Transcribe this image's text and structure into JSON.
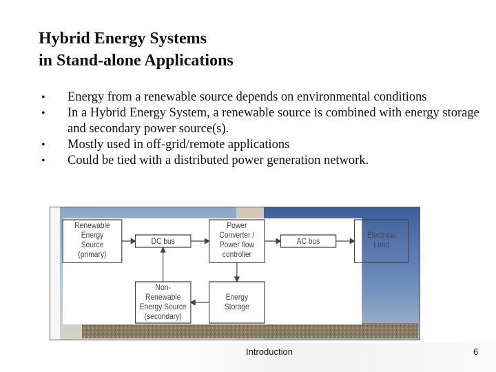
{
  "slide": {
    "title_lines": [
      "Hybrid Energy Systems",
      "in Stand-alone Applications"
    ],
    "bullets": [
      "Energy from a renewable source depends on environmental conditions",
      "In a Hybrid Energy System, a renewable source is combined with energy storage and secondary power source(s).",
      "Mostly used in off-grid/remote applications",
      "Could be tied with a distributed power generation network."
    ],
    "bullet_symbol": "•",
    "footer_center": "Introduction",
    "page_number": "6"
  },
  "diagram": {
    "blocks": {
      "renewable": [
        "Renewable",
        "Energy",
        "Source",
        "(primary)"
      ],
      "dc_bus": [
        "DC bus"
      ],
      "converter": [
        "Power",
        "Converter /",
        "Power flow",
        "controller"
      ],
      "ac_bus": [
        "AC bus"
      ],
      "load": [
        "Electrical",
        "Load"
      ],
      "non_renewable": [
        "Non-",
        "Renewable",
        "Energy Source",
        "(secondary)"
      ],
      "storage": [
        "Energy",
        "Storage"
      ]
    },
    "colors": {
      "block_border": "#444444",
      "arrow": "#444444",
      "text": "#444444"
    }
  }
}
